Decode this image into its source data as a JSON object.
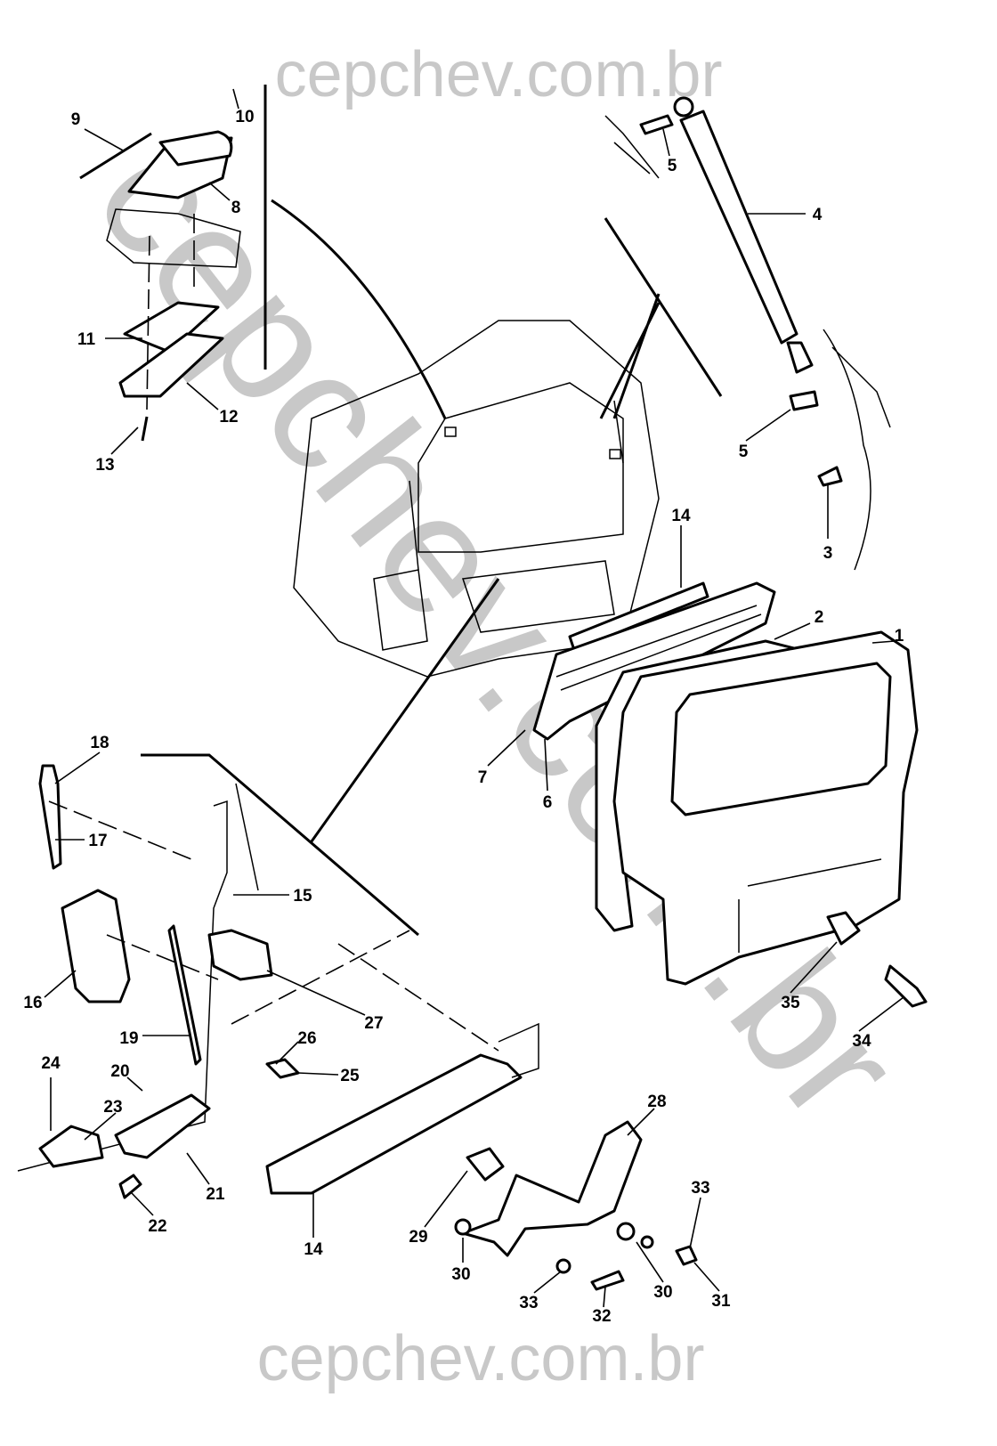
{
  "watermark": {
    "top": "cepchev.com.br",
    "diagonal": "cepchev.com.br",
    "bottom": "cepchev.com.br"
  },
  "labels": [
    "9",
    "10",
    "8",
    "11",
    "12",
    "13",
    "5",
    "4",
    "5",
    "3",
    "14",
    "2",
    "1",
    "7",
    "6",
    "18",
    "17",
    "15",
    "16",
    "27",
    "19",
    "26",
    "25",
    "24",
    "20",
    "23",
    "21",
    "22",
    "14",
    "29",
    "28",
    "30",
    "33",
    "30",
    "31",
    "33",
    "32",
    "35",
    "34"
  ]
}
